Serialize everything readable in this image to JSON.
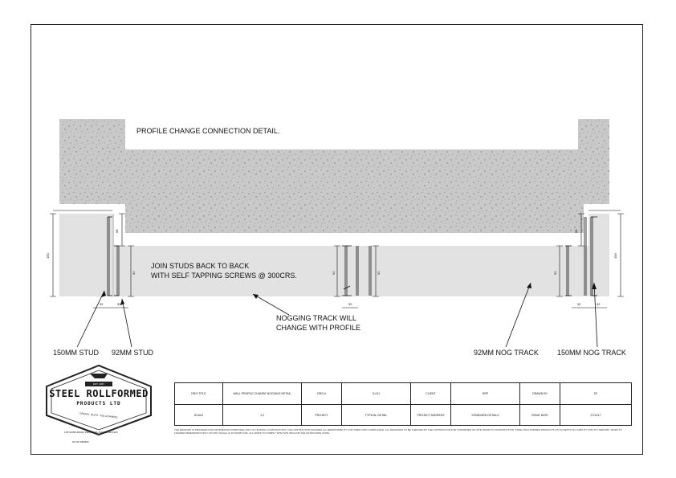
{
  "title": "PROFILE CHANGE CONNECTION DETAIL.",
  "notes": {
    "join_studs_line1": "JOIN STUDS BACK TO BACK",
    "join_studs_line2": "WITH SELF TAPPING SCREWS @ 300CRS.",
    "nogging_line1": "NOGGING TRACK WILL",
    "nogging_line2": "CHANGE WITH PROFILE"
  },
  "callouts": {
    "stud_150": "150MM STUD",
    "stud_92": "92MM STUD",
    "nog_92": "92MM NOG TRACK",
    "nog_150": "150MM NOG TRACK"
  },
  "dimensions": {
    "left_height": "150",
    "right_height": "150",
    "left_offset": "58",
    "right_offset": "58",
    "inner_height_1": "92",
    "inner_height_2": "92",
    "inner_height_3": "92",
    "inner_height_4": "92",
    "flange_a": "32",
    "flange_b": "32",
    "flange_c": "32",
    "flange_d": "32",
    "flange_e": "32"
  },
  "logo": {
    "est": "EST. 2007",
    "brand_line1": "STEEL ROLLFORMED",
    "brand_line2": "PRODUCTS LTD",
    "tagline": "DESIGN . BUILD . ROLLFORMING"
  },
  "address": {
    "line1": "178 CAINS ROAD, FRANKLIN, AUCKLAND 2123",
    "line2": "PH 09 4459521"
  },
  "title_block": {
    "row1": [
      {
        "label": "DRG TITLE"
      },
      {
        "label": "WALL PROFILE CHANGE NOGGING DETAIL"
      },
      {
        "label": "DRG #"
      },
      {
        "label": "D.011"
      },
      {
        "label": "CLIENT"
      },
      {
        "label": "SRP"
      },
      {
        "label": "DRAWN BY"
      },
      {
        "label": "SC"
      }
    ],
    "row2": [
      {
        "label": "SCALE"
      },
      {
        "label": "1:2"
      },
      {
        "label": "PROJECT"
      },
      {
        "label": "TYPICAL DETAIL"
      },
      {
        "label": "PROJECT ADDRESS"
      },
      {
        "label": "STANDARD DETAILS"
      },
      {
        "label": "ISSUE DATE"
      },
      {
        "label": "27/11/17"
      }
    ]
  },
  "footnote": "THE DRAWING IS PROVIDED FOR INFORMATION PURPOSES ONLY IN LEADING CONSTRUCTION. THE CONTRACTOR ASSUMES ALL RESPONSIBILITY FOR THEIR OWN COMPLIANCE. ALL DRAWINGS TO BE CHECKED BY THE CONTRACTOR AND CONFIRMED ON SITE PRIOR TO CONSTRUCTION. STEEL ROLLFORMED PRODUCTS LTD ACCEPTS NO LIABILITY FOR ANY ERRORS. WORK TO FIGURED DIMENSIONS ONLY. DO NOT SCALE. IF IN DOUBT ASK. ALL WORK TO COMPLY WITH NZS 3404 AND THE NZ BUILDING CODE.",
  "colors": {
    "concrete": "#c8c8c8",
    "wall": "#e2e2e2",
    "line": "#111111"
  }
}
